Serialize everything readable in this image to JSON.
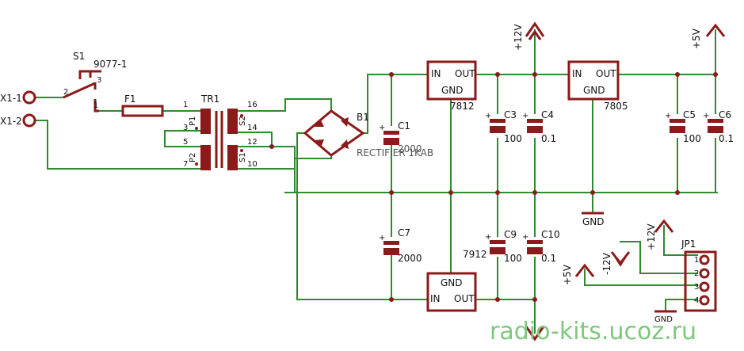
{
  "connectors": {
    "x1_1": "X1-1",
    "x1_2": "X1-2"
  },
  "switch": {
    "ref": "S1",
    "part": "9077-1",
    "pin2": "2",
    "pin3": "3",
    "pin1": "1"
  },
  "fuse": {
    "ref": "F1"
  },
  "transformer": {
    "ref": "TR1",
    "pins": {
      "p1": "1",
      "p3": "3",
      "p5": "5",
      "p7": "7",
      "p16": "16",
      "p14": "14",
      "p12": "12",
      "p10": "10"
    },
    "windings": {
      "P1": "P1",
      "P2": "P2",
      "S2": "S2",
      "S1": "S1"
    }
  },
  "bridge": {
    "ref": "B1",
    "part": "RECTIFIER 1KAB"
  },
  "capacitors": {
    "C1": {
      "ref": "C1",
      "value": "2000"
    },
    "C3": {
      "ref": "C3",
      "value": "100"
    },
    "C4": {
      "ref": "C4",
      "value": "0.1"
    },
    "C5": {
      "ref": "C5",
      "value": "100"
    },
    "C6": {
      "ref": "C6",
      "value": "0.1"
    },
    "C7": {
      "ref": "C7",
      "value": "2000"
    },
    "C9": {
      "ref": "C9",
      "value": "100"
    },
    "C10": {
      "ref": "C10",
      "value": "0.1"
    }
  },
  "regulators": {
    "r7812": {
      "part": "7812",
      "in": "IN",
      "out": "OUT",
      "gnd": "GND"
    },
    "r7805": {
      "part": "7805",
      "in": "IN",
      "out": "OUT",
      "gnd": "GND"
    },
    "r7912": {
      "part": "7912",
      "in": "IN",
      "out": "OUT",
      "gnd": "GND"
    }
  },
  "rails": {
    "p12": "+12V",
    "p5": "+5V",
    "gnd": "GND",
    "m12": "-12V"
  },
  "header": {
    "ref": "JP1",
    "pins": [
      "1",
      "2",
      "3",
      "4"
    ],
    "labels": {
      "p12": "+12V",
      "m12": "-12V",
      "p5": "+5V",
      "gnd": "GND"
    }
  },
  "watermark": "radio-kits.ucoz.ru",
  "colors": {
    "wire": "#2f8a2f",
    "component": "#8b1a1a",
    "watermark": "#7ec87e"
  }
}
